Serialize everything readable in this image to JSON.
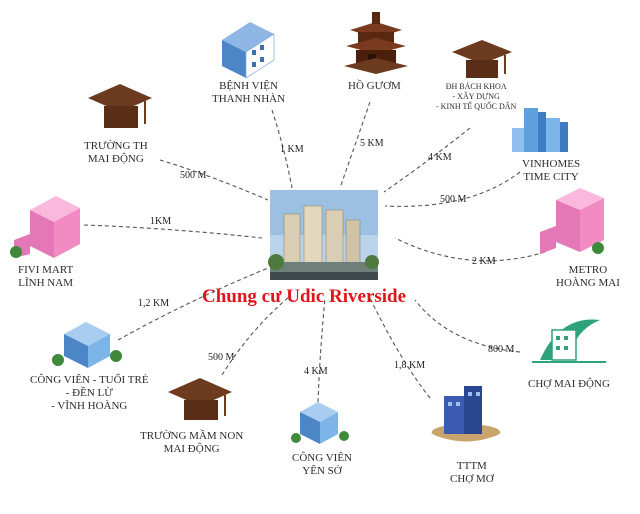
{
  "center": {
    "title": "Chung cư Udic Riverside"
  },
  "places": [
    {
      "id": "benh-vien",
      "lines": [
        "BỆNH VIỆN",
        "THANH NHÀN"
      ],
      "distance": "1 KM"
    },
    {
      "id": "ho-guom",
      "lines": [
        "HỒ GƯƠM"
      ],
      "distance": "5 KM"
    },
    {
      "id": "dh-bach-khoa",
      "lines": [
        "ĐH BÁCH KHOA",
        "- XÂY DỰNG",
        "- KINH TẾ QUỐC DÂN"
      ],
      "distance": "4 KM"
    },
    {
      "id": "vinhomes",
      "lines": [
        "VINHOMES",
        "TIME CITY"
      ],
      "distance": "500 M"
    },
    {
      "id": "metro",
      "lines": [
        "METRO",
        "HOÀNG MAI"
      ],
      "distance": "2 KM"
    },
    {
      "id": "cho-mai-dong",
      "lines": [
        "CHỢ MAI ĐỘNG"
      ],
      "distance": "800 M"
    },
    {
      "id": "tttm-cho-mo",
      "lines": [
        "TTTM",
        "CHỢ MƠ"
      ],
      "distance": "1,8 KM"
    },
    {
      "id": "cong-vien-yen-so",
      "lines": [
        "CÔNG VIÊN",
        "YÊN SỞ"
      ],
      "distance": "4 KM"
    },
    {
      "id": "mam-non",
      "lines": [
        "TRƯỜNG MẦM NON",
        "MAI ĐỘNG"
      ],
      "distance": "500 M"
    },
    {
      "id": "cong-vien-tuoi-tre",
      "lines": [
        "CÔNG VIÊN - TUỔI TRẺ",
        "- ĐỀN LỪ",
        "- VĨNH HOÀNG"
      ],
      "distance": "1,2 KM"
    },
    {
      "id": "fivi-mart",
      "lines": [
        "FIVI MART",
        "LĨNH NAM"
      ],
      "distance": "1KM"
    },
    {
      "id": "truong-th",
      "lines": [
        "TRƯỜNG TH",
        "MAI ĐỘNG"
      ],
      "distance": "500 M"
    }
  ],
  "colors": {
    "title": "#e0141b",
    "connector": "#555555",
    "graduation": "#6b3a1f",
    "pink": "#f28bc4",
    "blue": "#5fa0de",
    "green": "#2ea37a"
  }
}
